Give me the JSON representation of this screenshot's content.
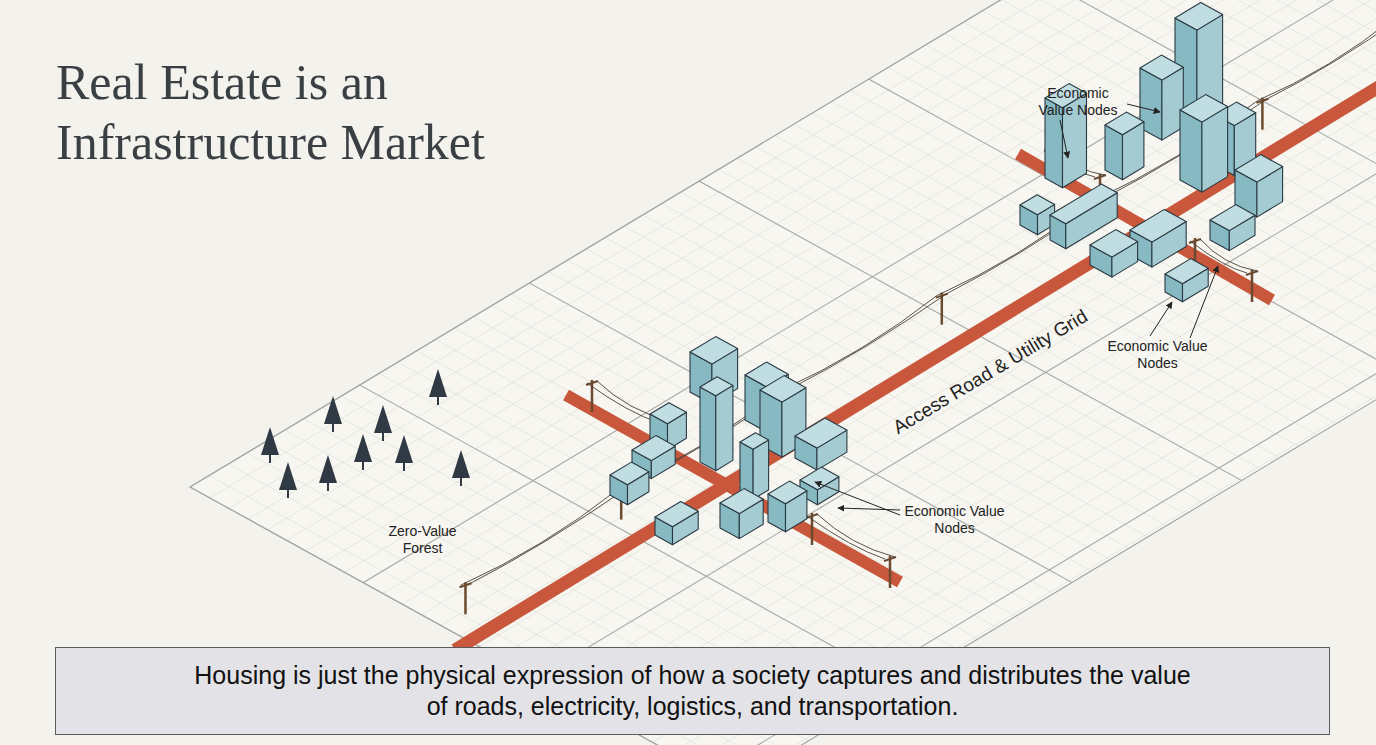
{
  "diagram": {
    "title": "Real Estate is an Infrastructure Market",
    "caption": "Housing is just the physical expression of how a society captures and distributes the value of roads, electricity, logistics, and transportation.",
    "labels": [
      "Economic Value Nodes",
      "Economic Value Nodes",
      "Economic Value Nodes",
      "Access Road & Utility Grid",
      "Zero-Value Forest"
    ]
  }
}
